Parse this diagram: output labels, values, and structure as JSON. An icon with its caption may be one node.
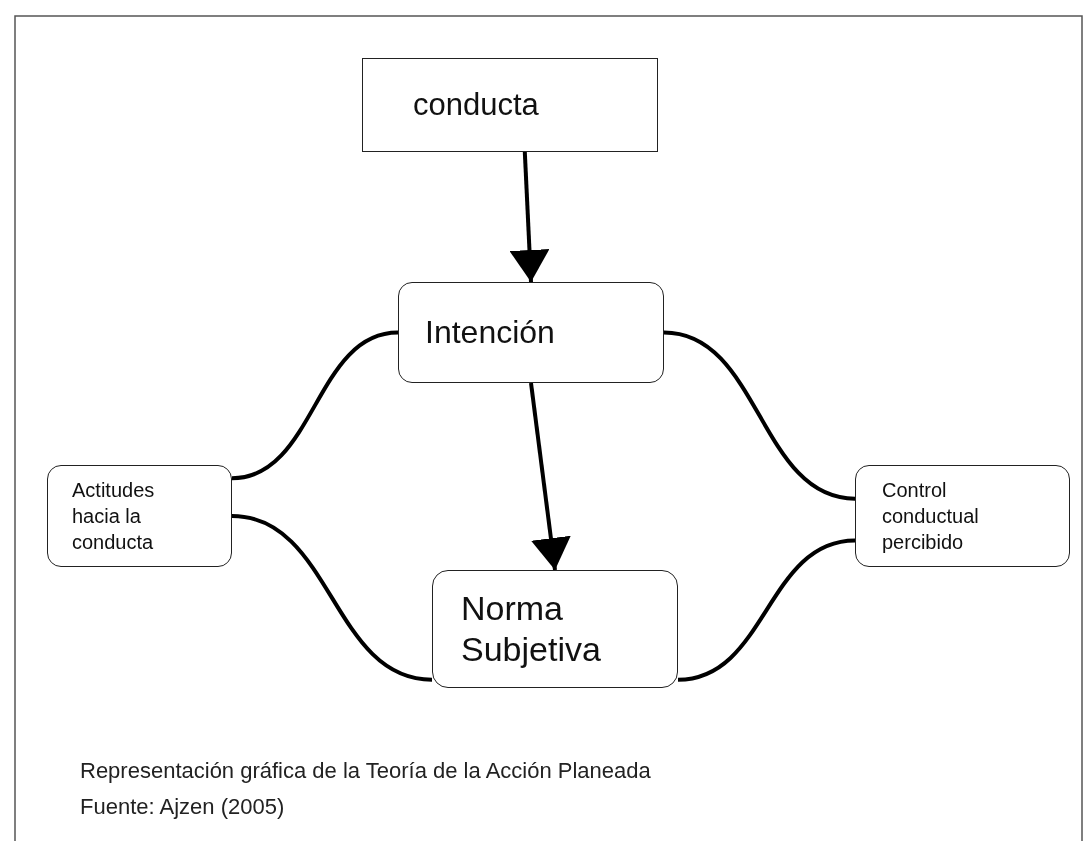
{
  "diagram": {
    "caption": "Representación gráfica de la Teoría de la Acción Planeada",
    "nodes": [
      {
        "text": [
          "conducta"
        ]
      },
      {
        "text": [
          "Intención"
        ]
      },
      {
        "text": [
          "Actitudes hacia la conducta"
        ]
      },
      {
        "text": [
          "Control conductual percibido"
        ]
      },
      {
        "text": [
          "Norma Subjetiva"
        ]
      }
    ],
    "edges": [
      {
        "from": 0,
        "to": 1,
        "arrow": "to"
      },
      {
        "from": 1,
        "to": 4,
        "arrow": "to"
      },
      {
        "from": 1,
        "to": 2,
        "arrow": "none"
      },
      {
        "from": 2,
        "to": 4,
        "arrow": "none"
      },
      {
        "from": 1,
        "to": 3,
        "arrow": "none"
      },
      {
        "from": 3,
        "to": 4,
        "arrow": "none"
      }
    ],
    "labels": [
      "Fuente: Ajzen (2005)"
    ]
  }
}
